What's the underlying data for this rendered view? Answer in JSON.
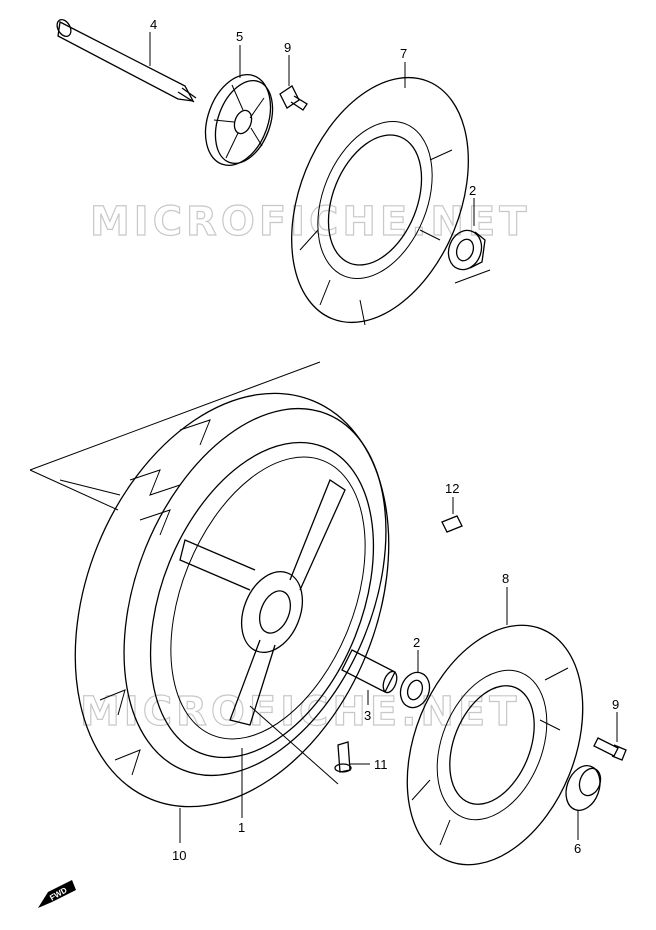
{
  "watermark": "MICROFICHE.NET",
  "fwd_label": "FWD",
  "callouts": {
    "c1": "1",
    "c2a": "2",
    "c2b": "2",
    "c3": "3",
    "c4": "4",
    "c5": "5",
    "c6": "6",
    "c7": "7",
    "c8": "8",
    "c9a": "9",
    "c9b": "9",
    "c10": "10",
    "c11": "11",
    "c12": "12"
  }
}
